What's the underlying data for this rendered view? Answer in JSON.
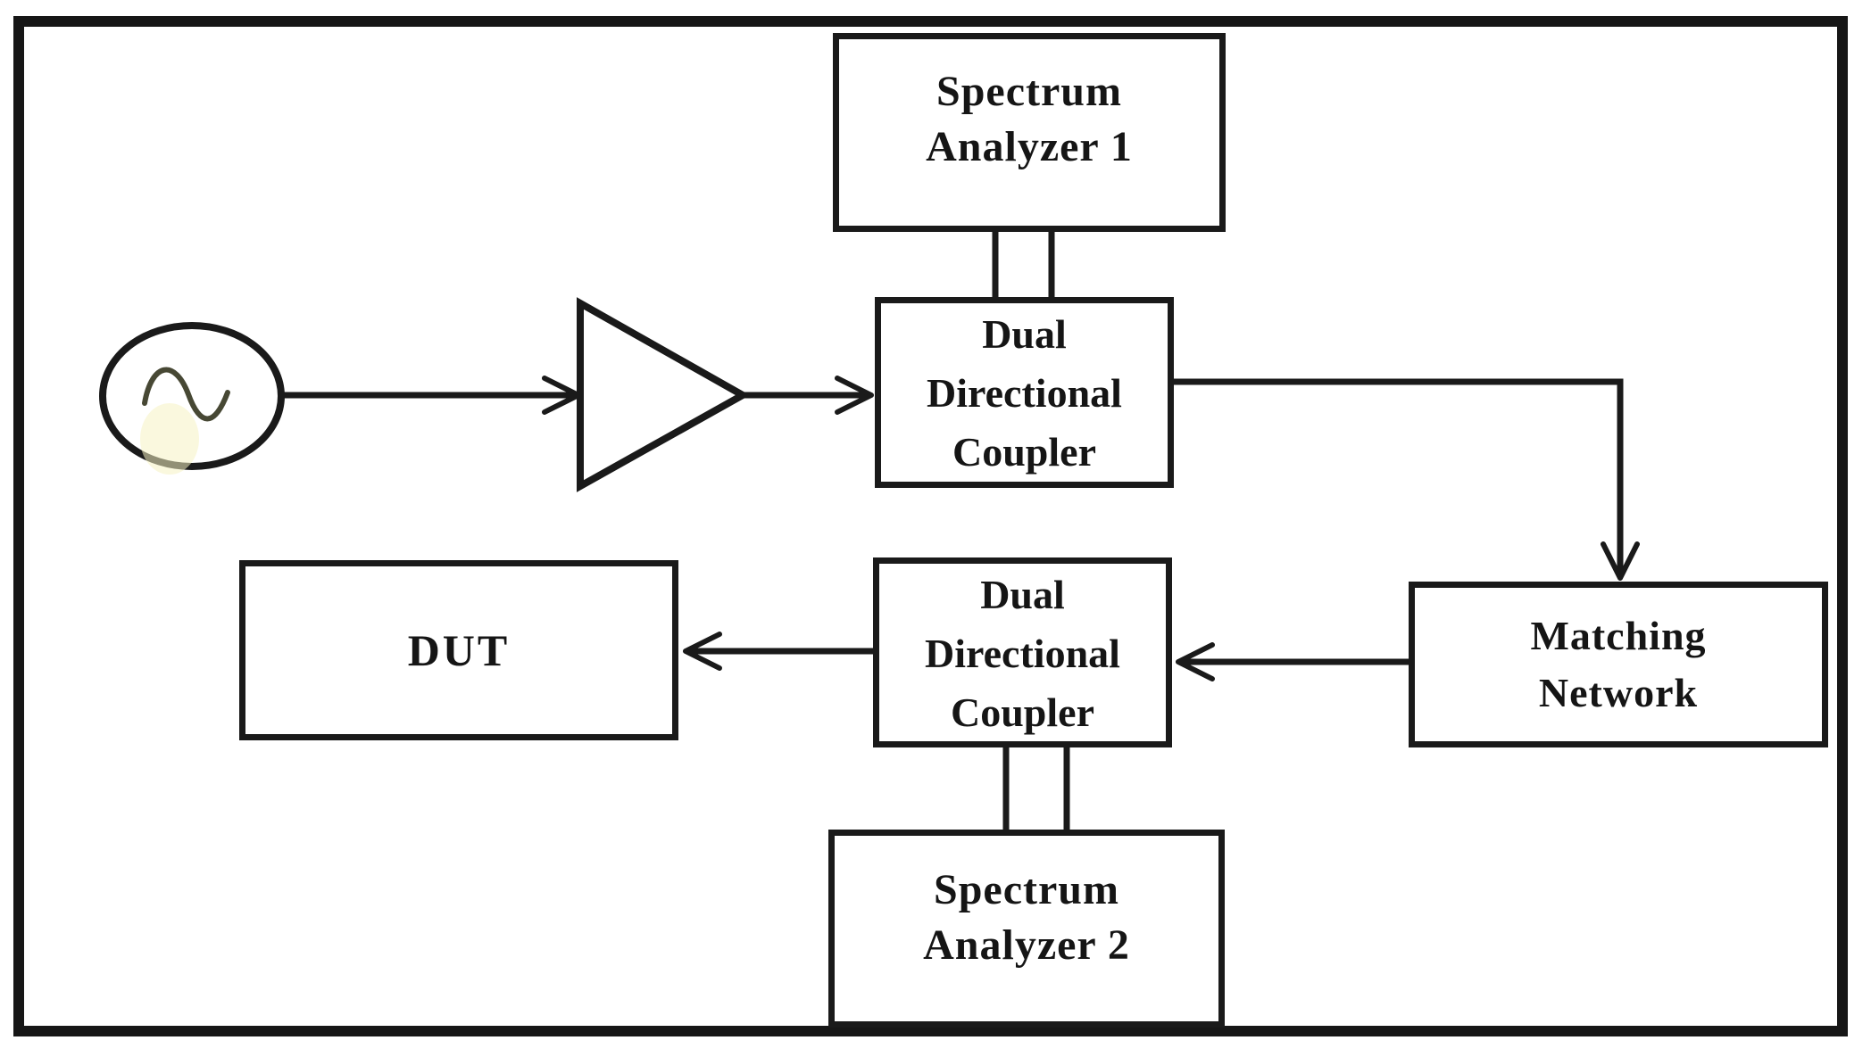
{
  "diagram": {
    "type": "block-diagram",
    "blocks": {
      "spectrum_analyzer_1": {
        "lines": [
          "Spectrum",
          "Analyzer 1"
        ]
      },
      "dual_directional_coupler_top": {
        "lines": [
          "Dual",
          "Directional",
          "Coupler"
        ]
      },
      "matching_network": {
        "lines": [
          "Matching",
          "Network"
        ]
      },
      "dual_directional_coupler_bottom": {
        "lines": [
          "Dual",
          "Directional",
          "Coupler"
        ]
      },
      "dut": {
        "lines": [
          "DUT"
        ]
      },
      "spectrum_analyzer_2": {
        "lines": [
          "Spectrum",
          "Analyzer 2"
        ]
      },
      "signal_source": {
        "icon": "sine-wave-icon"
      },
      "amplifier": {
        "icon": "amplifier-triangle-icon"
      }
    },
    "connections": [
      {
        "from": "signal_source",
        "to": "amplifier",
        "arrow": true
      },
      {
        "from": "amplifier",
        "to": "dual_directional_coupler_top",
        "arrow": true
      },
      {
        "from": "dual_directional_coupler_top",
        "to": "matching_network",
        "arrow": true
      },
      {
        "from": "matching_network",
        "to": "dual_directional_coupler_bottom",
        "arrow": true
      },
      {
        "from": "dual_directional_coupler_bottom",
        "to": "dut",
        "arrow": true
      },
      {
        "from": "spectrum_analyzer_1",
        "to": "dual_directional_coupler_top",
        "arrow": false
      },
      {
        "from": "dual_directional_coupler_bottom",
        "to": "spectrum_analyzer_2",
        "arrow": false
      }
    ],
    "colors": {
      "line": "#1a1a1a",
      "background": "#ffffff",
      "text": "#151515",
      "sine_stroke": "#474834",
      "sine_highlight": "#f6f2c2"
    }
  }
}
